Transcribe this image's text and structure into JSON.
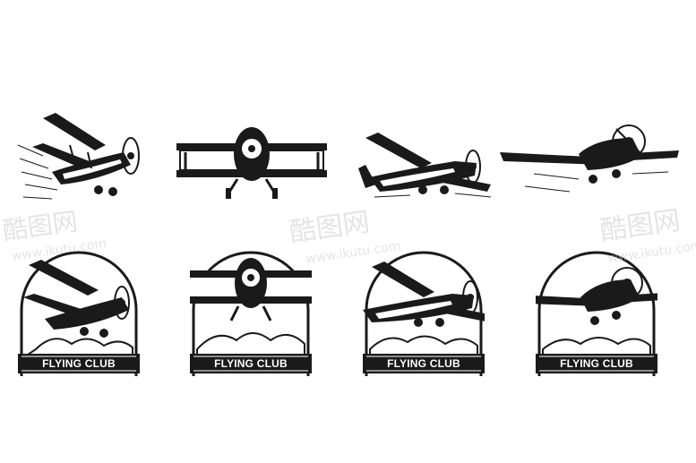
{
  "badges": [
    {
      "label": "FLYING CLUB"
    },
    {
      "label": "FLYING CLUB"
    },
    {
      "label": "FLYING CLUB"
    },
    {
      "label": "FLYING CLUB"
    }
  ],
  "watermark": {
    "logo_text": "酷图网",
    "url_text": "www.ikutu.com"
  },
  "colors": {
    "ink": "#1a1a1a",
    "paper": "#ffffff",
    "watermark": "#cfcfcf"
  },
  "icons": [
    "biplane-side-icon",
    "biplane-front-icon",
    "monoplane-side-icon",
    "monoplane-front-icon"
  ]
}
